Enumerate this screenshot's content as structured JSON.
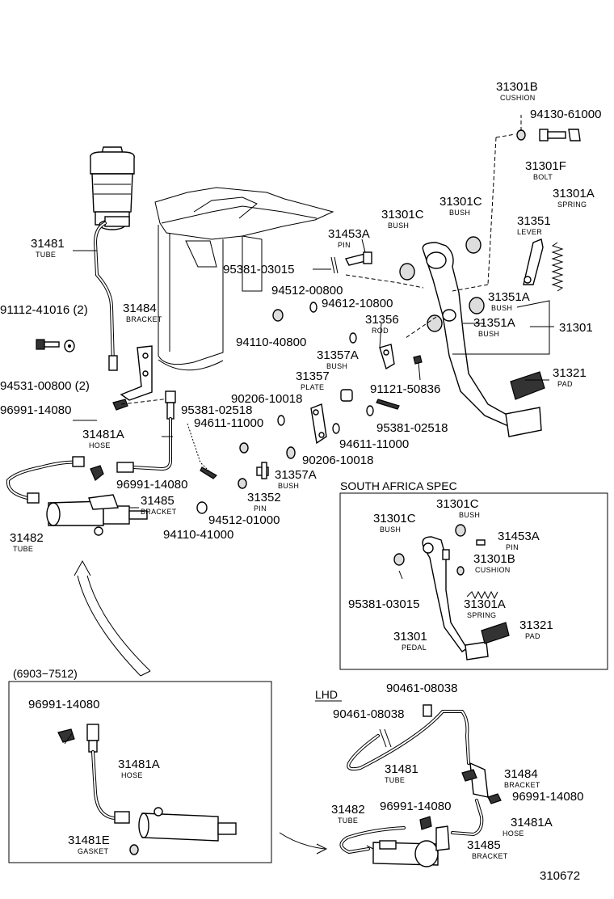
{
  "diagram_id": "310672",
  "labels": [
    {
      "id": "l0",
      "part": "31301B",
      "name": "CUSHION"
    },
    {
      "id": "l1",
      "part": "94130-61000",
      "name": ""
    },
    {
      "id": "l2",
      "part": "31301F",
      "name": "BOLT"
    },
    {
      "id": "l3",
      "part": "31301A",
      "name": "SPRING"
    },
    {
      "id": "l4",
      "part": "31301C",
      "name": "BUSH"
    },
    {
      "id": "l5",
      "part": "31301C",
      "name": "BUSH"
    },
    {
      "id": "l6",
      "part": "31351",
      "name": "LEVER"
    },
    {
      "id": "l7",
      "part": "31453A",
      "name": "PIN"
    },
    {
      "id": "l8",
      "part": "31481",
      "name": "TUBE"
    },
    {
      "id": "l9",
      "part": "95381-03015",
      "name": ""
    },
    {
      "id": "l10",
      "part": "94512-00800",
      "name": ""
    },
    {
      "id": "l11",
      "part": "94612-10800",
      "name": ""
    },
    {
      "id": "l12",
      "part": "31351A",
      "name": "BUSH"
    },
    {
      "id": "l13",
      "part": "91112-41016 (2)",
      "name": ""
    },
    {
      "id": "l14",
      "part": "31484",
      "name": "BRACKET"
    },
    {
      "id": "l15",
      "part": "31356",
      "name": "ROD"
    },
    {
      "id": "l16",
      "part": "31351A",
      "name": "BUSH"
    },
    {
      "id": "l17",
      "part": "31301",
      "name": ""
    },
    {
      "id": "l18",
      "part": "94110-40800",
      "name": ""
    },
    {
      "id": "l19",
      "part": "31357A",
      "name": "BUSH"
    },
    {
      "id": "l20",
      "part": "94531-00800 (2)",
      "name": ""
    },
    {
      "id": "l21",
      "part": "31357",
      "name": "PLATE"
    },
    {
      "id": "l22",
      "part": "91121-50836",
      "name": ""
    },
    {
      "id": "l23",
      "part": "31321",
      "name": "PAD"
    },
    {
      "id": "l24",
      "part": "96991-14080",
      "name": ""
    },
    {
      "id": "l25",
      "part": "95381-02518",
      "name": ""
    },
    {
      "id": "l26",
      "part": "90206-10018",
      "name": ""
    },
    {
      "id": "l27",
      "part": "94611-11000",
      "name": ""
    },
    {
      "id": "l28",
      "part": "95381-02518",
      "name": ""
    },
    {
      "id": "l29",
      "part": "31481A",
      "name": "HOSE"
    },
    {
      "id": "l30",
      "part": "94611-11000",
      "name": ""
    },
    {
      "id": "l31",
      "part": "90206-10018",
      "name": ""
    },
    {
      "id": "l32",
      "part": "96991-14080",
      "name": ""
    },
    {
      "id": "l33",
      "part": "31357A",
      "name": "BUSH"
    },
    {
      "id": "l34",
      "part": "31485",
      "name": "BRACKET"
    },
    {
      "id": "l35",
      "part": "31352",
      "name": "PIN"
    },
    {
      "id": "l36",
      "part": "94512-01000",
      "name": ""
    },
    {
      "id": "l37",
      "part": "31482",
      "name": "TUBE"
    },
    {
      "id": "l38",
      "part": "94110-41000",
      "name": ""
    },
    {
      "id": "l39",
      "part": "31301C",
      "name": "BUSH"
    },
    {
      "id": "l40",
      "part": "31301C",
      "name": "BUSH"
    },
    {
      "id": "l41",
      "part": "31453A",
      "name": "PIN"
    },
    {
      "id": "l42",
      "part": "31301B",
      "name": "CUSHION"
    },
    {
      "id": "l43",
      "part": "95381-03015",
      "name": ""
    },
    {
      "id": "l44",
      "part": "31301A",
      "name": "SPRING"
    },
    {
      "id": "l45",
      "part": "31301",
      "name": "PEDAL"
    },
    {
      "id": "l46",
      "part": "31321",
      "name": "PAD"
    },
    {
      "id": "l47",
      "part": "96991-14080",
      "name": ""
    },
    {
      "id": "l48",
      "part": "31481A",
      "name": "HOSE"
    },
    {
      "id": "l49",
      "part": "31481E",
      "name": "GASKET"
    },
    {
      "id": "l50",
      "part": "90461-08038",
      "name": ""
    },
    {
      "id": "l51",
      "part": "90461-08038",
      "name": ""
    },
    {
      "id": "l52",
      "part": "31481",
      "name": "TUBE"
    },
    {
      "id": "l53",
      "part": "31484",
      "name": "BRACKET"
    },
    {
      "id": "l54",
      "part": "96991-14080",
      "name": ""
    },
    {
      "id": "l55",
      "part": "31482",
      "name": "TUBE"
    },
    {
      "id": "l56",
      "part": "96991-14080",
      "name": ""
    },
    {
      "id": "l57",
      "part": "31481A",
      "name": "HOSE"
    },
    {
      "id": "l58",
      "part": "31485",
      "name": "BRACKET"
    }
  ],
  "insets": {
    "south_africa": "SOUTH AFRICA SPEC",
    "serial": "(6903−7512)",
    "lhd": "LHD"
  }
}
